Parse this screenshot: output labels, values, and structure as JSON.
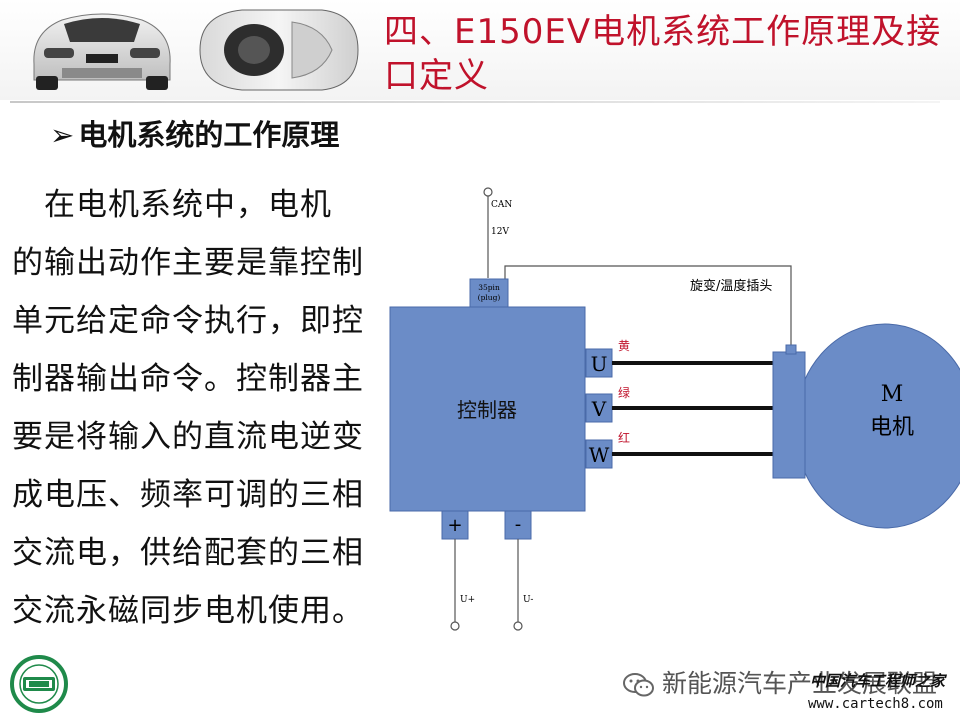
{
  "slide": {
    "title": "四、E150EV电机系统工作原理及接口定义",
    "subheading": "电机系统的工作原理",
    "bullet_arrow": "➢",
    "paragraph_lines": [
      "　在电机系统中，电机",
      "的输出动作主要是靠控制",
      "单元给定命令执行，即控",
      "制器输出命令。控制器主",
      "要是将输入的直流电逆变",
      "成电压、频率可调的三相",
      "交流电，供给配套的三相",
      "交流永磁同步电机使用。"
    ]
  },
  "diagram": {
    "can_label": "CAN",
    "v12_label": "12V",
    "connector_label_1": "35pin",
    "connector_label_2": "(plug)",
    "controller_label": "控制器",
    "resolver_label": "旋变/温度插头",
    "phases": [
      {
        "letter": "U",
        "color_name": "黄"
      },
      {
        "letter": "V",
        "color_name": "绿"
      },
      {
        "letter": "W",
        "color_name": "红"
      }
    ],
    "plus_terminal": "+",
    "minus_terminal": "-",
    "plus_label": "U+",
    "minus_label": "U-",
    "motor_label_1": "M",
    "motor_label_2": "电机",
    "box_color": "#6b8cc7",
    "wire_color": "#111111",
    "label_red": "#c0122b"
  },
  "footer": {
    "watermark_text": "新能源汽车产业发展联盟",
    "site_logo_text": "中国汽车工程师之家",
    "site_url": "www.cartech8.com"
  },
  "colors": {
    "title_red": "#c0122b",
    "logo_green": "#1f8a4a"
  }
}
